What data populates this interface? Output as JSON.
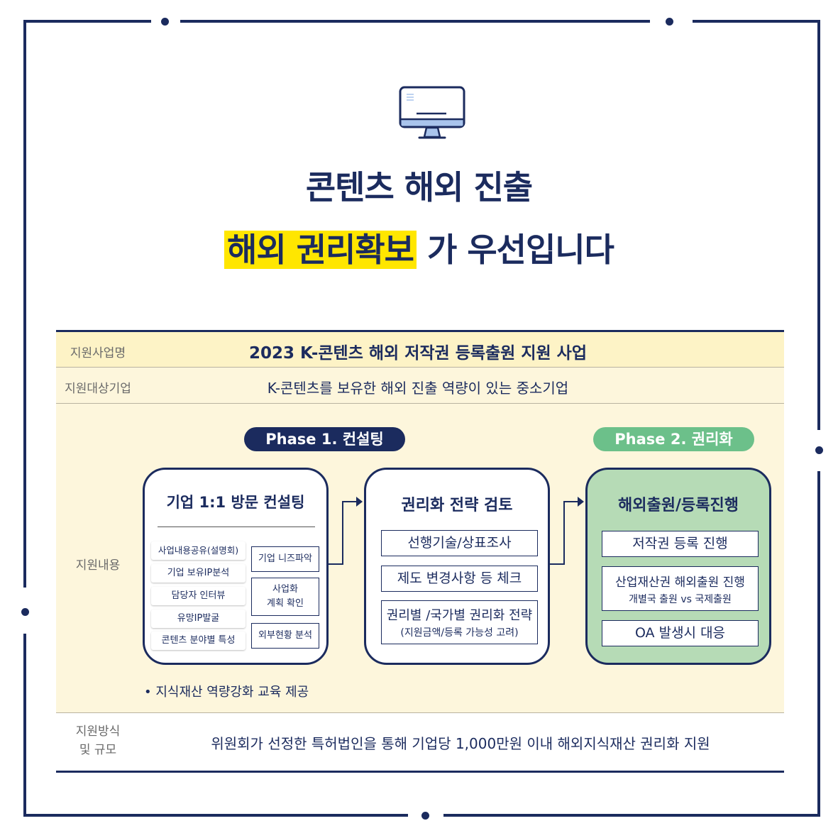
{
  "icon": "monitor-icon",
  "title": {
    "line1": "콘텐츠 해외 진출",
    "highlight": "해외 권리확보",
    "rest": "가 우선입니다"
  },
  "colors": {
    "navy": "#1b2b5e",
    "highlight": "#ffe600",
    "cream": "#fdf6dc",
    "green": "#b6dbb6",
    "phase2_green": "#6cc08a"
  },
  "table": {
    "program_name": {
      "label": "지원사업명",
      "value": "2023 K-콘텐츠 해외 저작권 등록출원 지원 사업"
    },
    "target": {
      "label": "지원대상기업",
      "value": "K-콘텐츠를 보유한 해외 진출 역량이 있는 중소기업"
    },
    "content": {
      "label": "지원내용",
      "phase1": "Phase 1. 컨설팅",
      "phase2": "Phase 2. 권리화",
      "card1": {
        "title": "기업 1:1 방문 컨설팅",
        "left_tags": [
          "사업내용공유(설명회)",
          "기업 보유IP분석",
          "담당자 인터뷰",
          "유망IP발굴",
          "콘텐츠 분야별 특성"
        ],
        "right_boxes": [
          "기업 니즈파악",
          "사업화\n계획 확인",
          "외부현황 분석"
        ]
      },
      "card2": {
        "title": "권리화 전략 검토",
        "items": [
          "선행기술/상표조사",
          "제도 변경사항 등 체크"
        ],
        "item3_main": "권리별 /국가별 권리화 전략",
        "item3_sub": "(지원금액/등록 가능성 고려)"
      },
      "card3": {
        "title": "해외출원/등록진행",
        "item1": "저작권 등록 진행",
        "item2_main": "산업재산권 해외출원 진행",
        "item2_sub": "개별국 출원 vs 국제출원",
        "item3": "OA 발생시 대응"
      },
      "note": "• 지식재산 역량강화 교육 제공"
    },
    "method": {
      "label_line1": "지원방식",
      "label_line2": "및 규모",
      "value": "위원회가 선정한 특허법인을 통해 기업당 1,000만원 이내 해외지식재산 권리화 지원"
    }
  }
}
